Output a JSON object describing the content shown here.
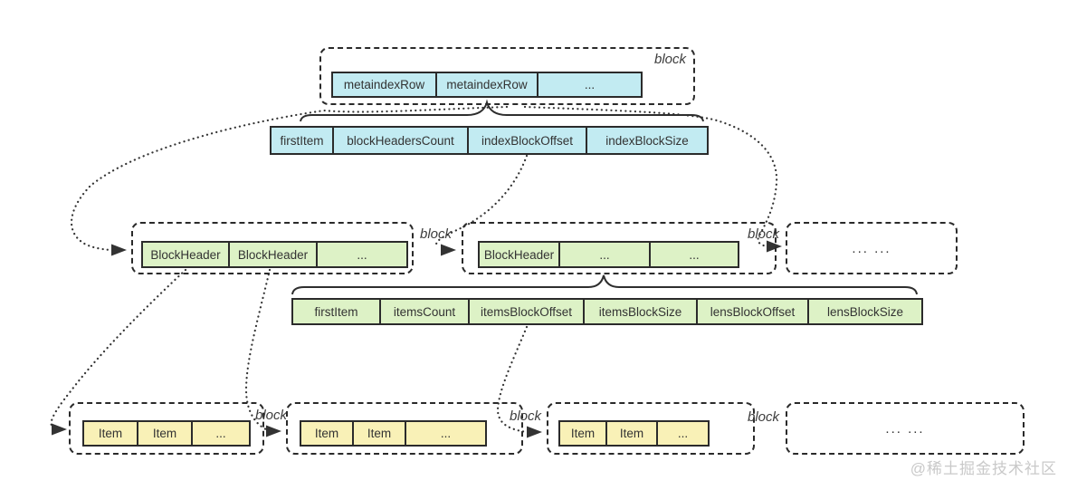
{
  "diagram": {
    "block_label": "block",
    "top_block": {
      "cells": [
        "metaindexRow",
        "metaindexRow",
        "..."
      ]
    },
    "metaindex_fields": [
      "firstItem",
      "blockHeadersCount",
      "indexBlockOffset",
      "indexBlockSize"
    ],
    "header_block_1": {
      "cells": [
        "BlockHeader",
        "BlockHeader",
        "..."
      ]
    },
    "header_block_2": {
      "cells": [
        "BlockHeader",
        "...",
        "..."
      ]
    },
    "header_block_more": {
      "text": "... ..."
    },
    "blockheader_fields": [
      "firstItem",
      "itemsCount",
      "itemsBlockOffset",
      "itemsBlockSize",
      "lensBlockOffset",
      "lensBlockSize"
    ],
    "item_block_1": {
      "cells": [
        "Item",
        "Item",
        "..."
      ]
    },
    "item_block_2": {
      "cells": [
        "Item",
        "Item",
        "..."
      ]
    },
    "item_block_3": {
      "cells": [
        "Item",
        "Item",
        "..."
      ]
    },
    "item_block_more": {
      "text": "... ..."
    }
  },
  "colors": {
    "cell_cyan": "#c2ebf2",
    "cell_green": "#ddf2c6",
    "cell_yellow": "#f9f1b7",
    "cell_border": "#2b2b2b",
    "dashed_border": "#2a2a2a",
    "connector": "#333333",
    "block_label": "#3d3d3d",
    "watermark": "#c9c9c9"
  },
  "watermark": "@稀土掘金技术社区"
}
